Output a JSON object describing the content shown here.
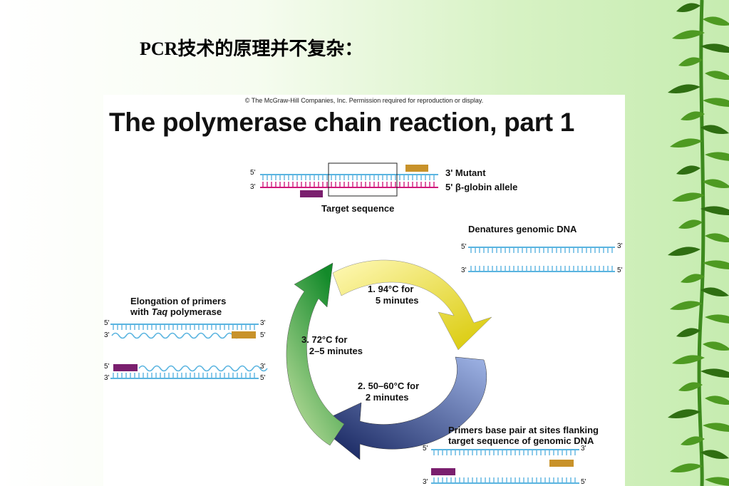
{
  "slide": {
    "title": "PCR技术的原理并不复杂："
  },
  "figure": {
    "copyright": "© The McGraw-Hill Companies, Inc. Permission required for reproduction or display.",
    "title": "The polymerase chain reaction, part 1",
    "genomic_dna": {
      "strand_top_5": "5'",
      "strand_bottom_3": "3'",
      "right_top": "3'  Mutant",
      "right_bottom": "5'  β-globin allele",
      "target_label": "Target sequence"
    },
    "steps": [
      {
        "number": "1.",
        "temp": "94°C for",
        "time": "5 minutes",
        "label": "Denatures genomic DNA",
        "arrow_color": "#e8d830"
      },
      {
        "number": "2.",
        "temp": "50–60°C for",
        "time": "2 minutes",
        "label_line1": "Primers base pair at sites flanking",
        "label_line2": "target sequence of genomic DNA",
        "arrow_color": "#1c2a6a"
      },
      {
        "number": "3.",
        "temp": "72°C for",
        "time": "2–5 minutes",
        "label_line1": "Elongation of primers",
        "label_line2_pre": "with ",
        "label_line2_italic": "Taq",
        "label_line2_post": " polymerase",
        "arrow_color": "#1f8a2e"
      }
    ],
    "end_labels": {
      "five": "5'",
      "three": "3'"
    },
    "colors": {
      "strand_blue": "#5ab4e0",
      "strand_magenta": "#d0197c",
      "primer_gold": "#c8922a",
      "primer_purple": "#7a1f6e"
    }
  }
}
